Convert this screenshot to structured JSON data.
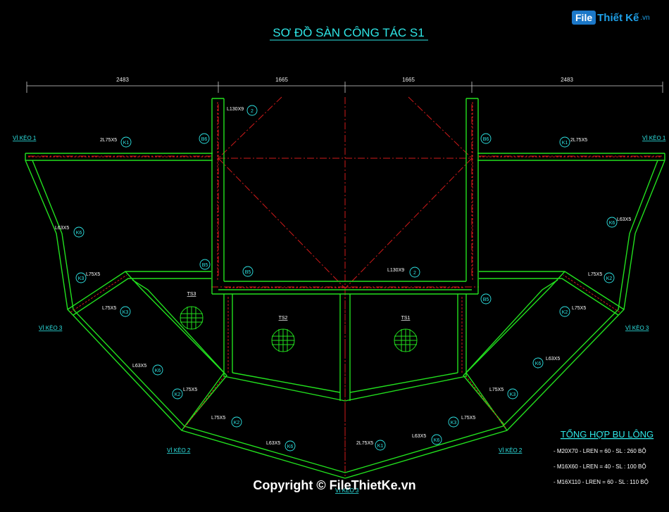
{
  "title": "SƠ ĐỒ SÀN CÔNG TÁC S1",
  "watermark": {
    "logo": "File",
    "brand": "Thiết Kế",
    "suffix": ".vn"
  },
  "dimensions": [
    "2483",
    "1665",
    "1665",
    "2483"
  ],
  "labels": {
    "vi_keo_1": "VÌ KÈO 1",
    "vi_keo_2": "VÌ KÈO 2",
    "vi_keo_3": "VÌ KÈO 3",
    "l130x9": "L130X9",
    "l75x5_2": "2L75X5",
    "l63x5": "L63X5",
    "l75x5": "L75X5",
    "ts1": "TS1",
    "ts2": "TS2",
    "ts3": "TS3"
  },
  "tags": {
    "n2": "2",
    "k1": "K1",
    "k2": "K2",
    "k3": "K3",
    "k6": "K6",
    "b5": "B5",
    "b6": "B6"
  },
  "bolt_summary": {
    "heading": "TỔNG HỢP BU LÔNG",
    "rows": [
      "- M20X70  -  LREN = 60  -  SL : 260 BỘ",
      "- M16X60  -  LREN = 40  -  SL : 100 BỘ",
      "- M16X110  -  LREN = 60  -  SL : 110 BỘ"
    ]
  },
  "copyright": "Copyright © FileThietKe.vn",
  "colors": {
    "background": "#000000",
    "frame": "#22e01e",
    "centerline": "#d01a1a",
    "annotation": "#2ee6e6",
    "title": "#2ee6e6",
    "dimension": "#e8e8e8"
  }
}
